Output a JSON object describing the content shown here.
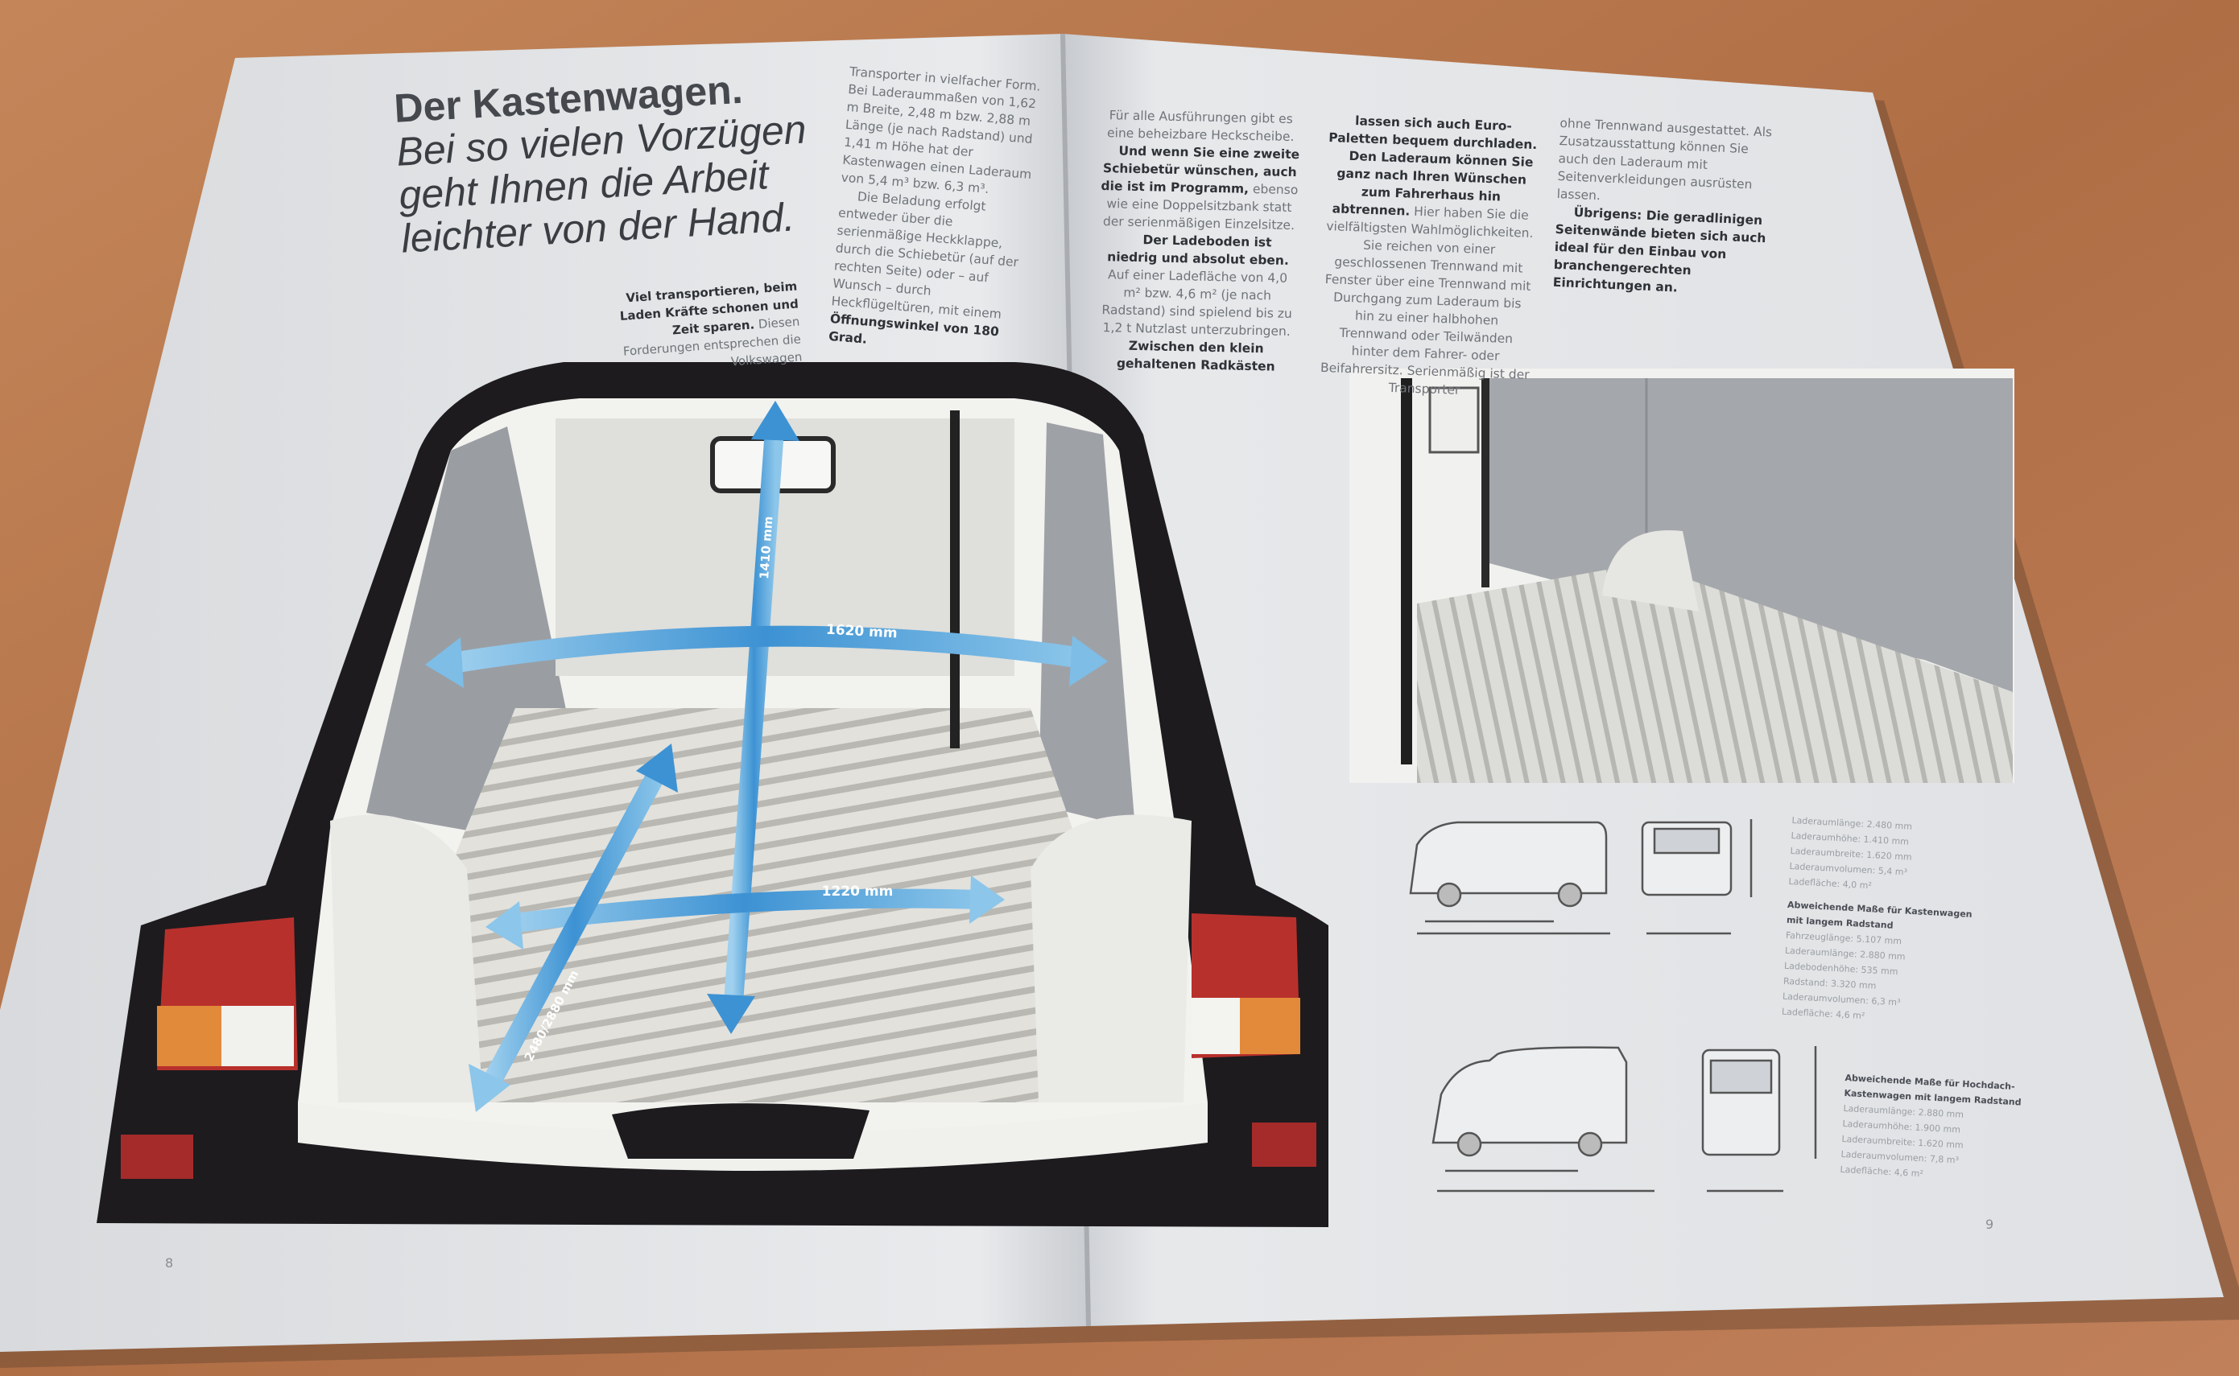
{
  "brochure": {
    "left_page": {
      "headline": {
        "title": "Der Kastenwagen.",
        "lines": [
          "Bei so vielen Vorzügen",
          "geht Ihnen die Arbeit",
          "leichter von der Hand."
        ]
      },
      "intro": {
        "bold": "Viel transportieren, beim Laden Kräfte schonen und Zeit sparen.",
        "text": "Diesen Forderungen entsprechen die Volkswagen"
      },
      "column": {
        "p1": "Transporter in vielfacher Form. Bei Laderaummaßen von 1,62 m Breite, 2,48 m bzw. 2,88 m Länge (je nach Radstand) und 1,41 m Höhe hat der Kastenwagen einen Laderaum von 5,4 m³ bzw. 6,3 m³.",
        "p2_text": "Die Beladung erfolgt entweder über die serienmäßige Heckklappe, durch die Schiebetür (auf der rechten Seite) oder – auf Wunsch – durch Heckflügeltüren, mit einem",
        "p2_bold": "Öffnungswinkel von 180 Grad."
      },
      "dimensions": {
        "width_top": "1620 mm",
        "height": "1410 mm",
        "width_floor": "1220 mm",
        "length": "2480/2880 mm"
      },
      "page_number": "8"
    },
    "right_page": {
      "col1": {
        "p1": "Für alle Ausführungen gibt es eine beheizbare Heckscheibe.",
        "p2_bold": "Und wenn Sie eine zweite Schiebetür wünschen, auch die ist im Programm,",
        "p2_text": "ebenso wie eine Doppelsitzbank statt der serienmäßigen Einzelsitze.",
        "p3_bold": "Der Ladeboden ist niedrig und absolut eben.",
        "p3_text": "Auf einer Ladefläche von 4,0 m² bzw. 4,6 m² (je nach Radstand) sind spielend bis zu 1,2 t Nutzlast unterzubringen.",
        "p3_bold2": "Zwischen den klein gehaltenen Radkästen"
      },
      "col2": {
        "p1_bold": "lassen sich auch Euro-Paletten bequem durchladen.",
        "p2_bold": "Den Laderaum können Sie ganz nach Ihren Wünschen zum Fahrerhaus hin abtrennen.",
        "p2_text": "Hier haben Sie die vielfältigsten Wahlmöglichkeiten. Sie reichen von einer geschlossenen Trennwand mit Fenster über eine Trennwand mit Durchgang zum Laderaum bis hin zu einer halbhohen Trennwand oder Teilwänden hinter dem Fahrer- oder Beifahrersitz. Serienmäßig ist der Transporter"
      },
      "col3": {
        "p1": "ohne Trennwand ausgestattet. Als Zusatzausstattung können Sie auch den Laderaum mit Seitenverkleidungen ausrüsten lassen.",
        "p2_bold": "Übrigens: Die geradlinigen Seitenwände bieten sich auch ideal für den Einbau von branchengerechten Einrichtungen an."
      },
      "specs_standard": [
        "Laderaumlänge: 2.480 mm",
        "Laderaumhöhe: 1.410 mm",
        "Laderaumbreite: 1.620 mm",
        "Laderaumvolumen: 5,4 m³",
        "Ladefläche: 4,0 m²"
      ],
      "specs_long": {
        "heading": "Abweichende Maße für Kastenwagen mit langem Radstand",
        "items": [
          "Fahrzeuglänge: 5.107 mm",
          "Laderaumlänge: 2.880 mm",
          "Ladebodenhöhe: 535 mm",
          "Radstand: 3.320 mm",
          "Laderaumvolumen: 6,3 m³",
          "Ladefläche: 4,6 m²"
        ]
      },
      "specs_highroof": {
        "heading": "Abweichende Maße für Hochdach-Kastenwagen mit langem Radstand",
        "items": [
          "Laderaumlänge: 2.880 mm",
          "Laderaumhöhe: 1.900 mm",
          "Laderaumbreite: 1.620 mm",
          "Laderaumvolumen: 7,8 m³",
          "Ladefläche: 4,6 m²"
        ]
      },
      "page_number": "9"
    }
  },
  "colors": {
    "table": "#b9784f",
    "paper": "#e4e6e9",
    "arrow": "#4a9fd8",
    "van_frame": "#1c1a1d",
    "taillight": "#b8302c"
  }
}
